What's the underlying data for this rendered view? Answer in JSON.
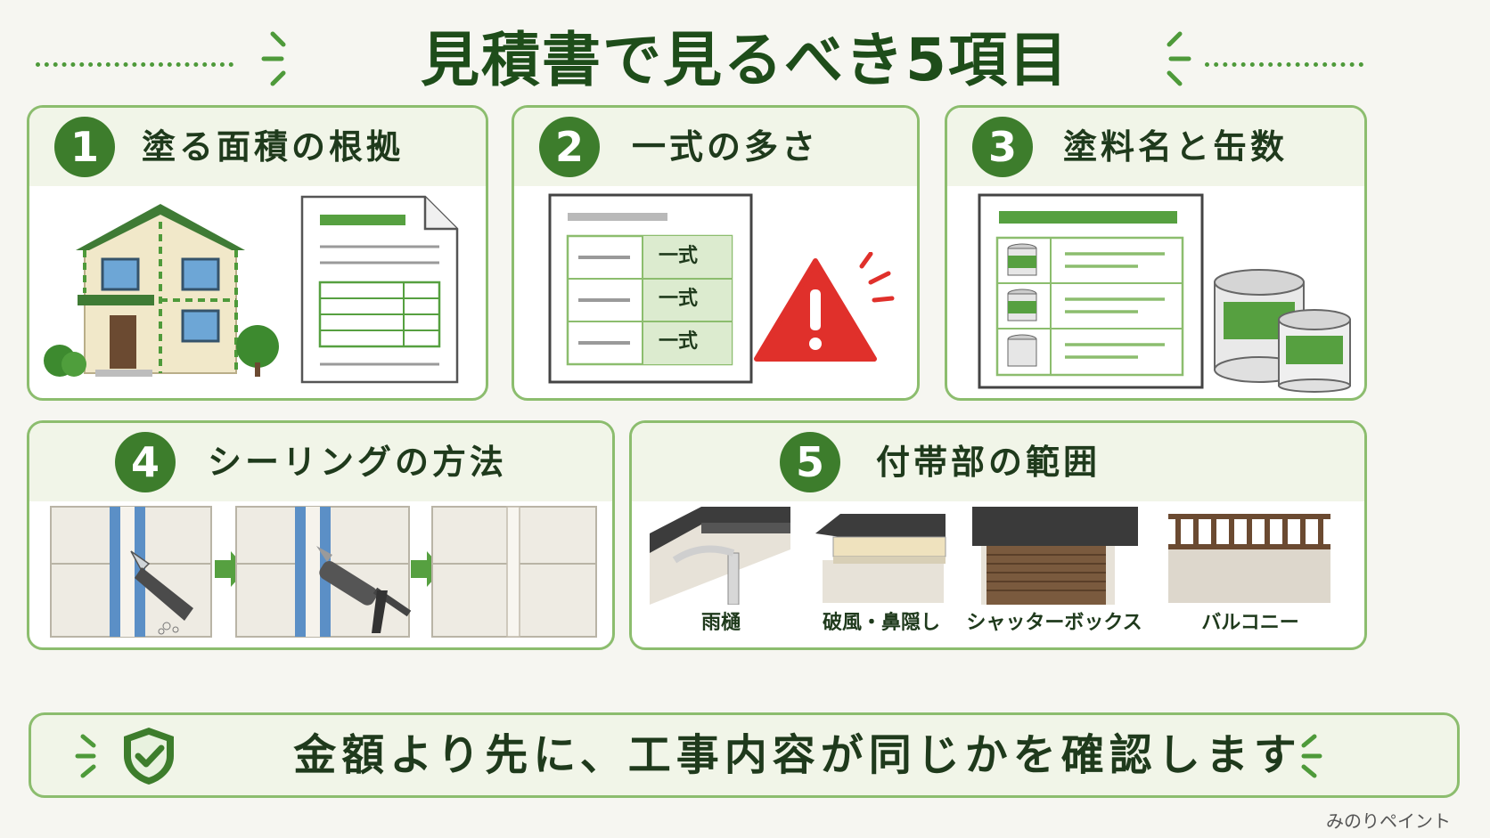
{
  "title": "見積書で見るべき5項目",
  "colors": {
    "accent": "#3d7d2c",
    "border": "#8cbd6e",
    "warning": "#e0302b"
  },
  "items": [
    {
      "number": "1",
      "title": "塗る面積の根拠",
      "icons": [
        "house-icon",
        "document-icon"
      ]
    },
    {
      "number": "2",
      "title": "一式の多さ",
      "table_cells": [
        "一式",
        "一式",
        "一式"
      ],
      "icons": [
        "warning-icon"
      ]
    },
    {
      "number": "3",
      "title": "塗料名と缶数",
      "icons": [
        "paint-can-icon"
      ]
    },
    {
      "number": "4",
      "title": "シーリングの方法",
      "icons": [
        "cutter-icon",
        "caulking-gun-icon",
        "arrow-right-icon"
      ]
    },
    {
      "number": "5",
      "title": "付帯部の範囲",
      "parts": [
        "雨樋",
        "破風・鼻隠し",
        "シャッターボックス",
        "バルコニー"
      ]
    }
  ],
  "footer": {
    "text": "金額より先に、工事内容が同じかを確認します",
    "icon": "shield-check-icon"
  },
  "brand": "みのりペイント"
}
